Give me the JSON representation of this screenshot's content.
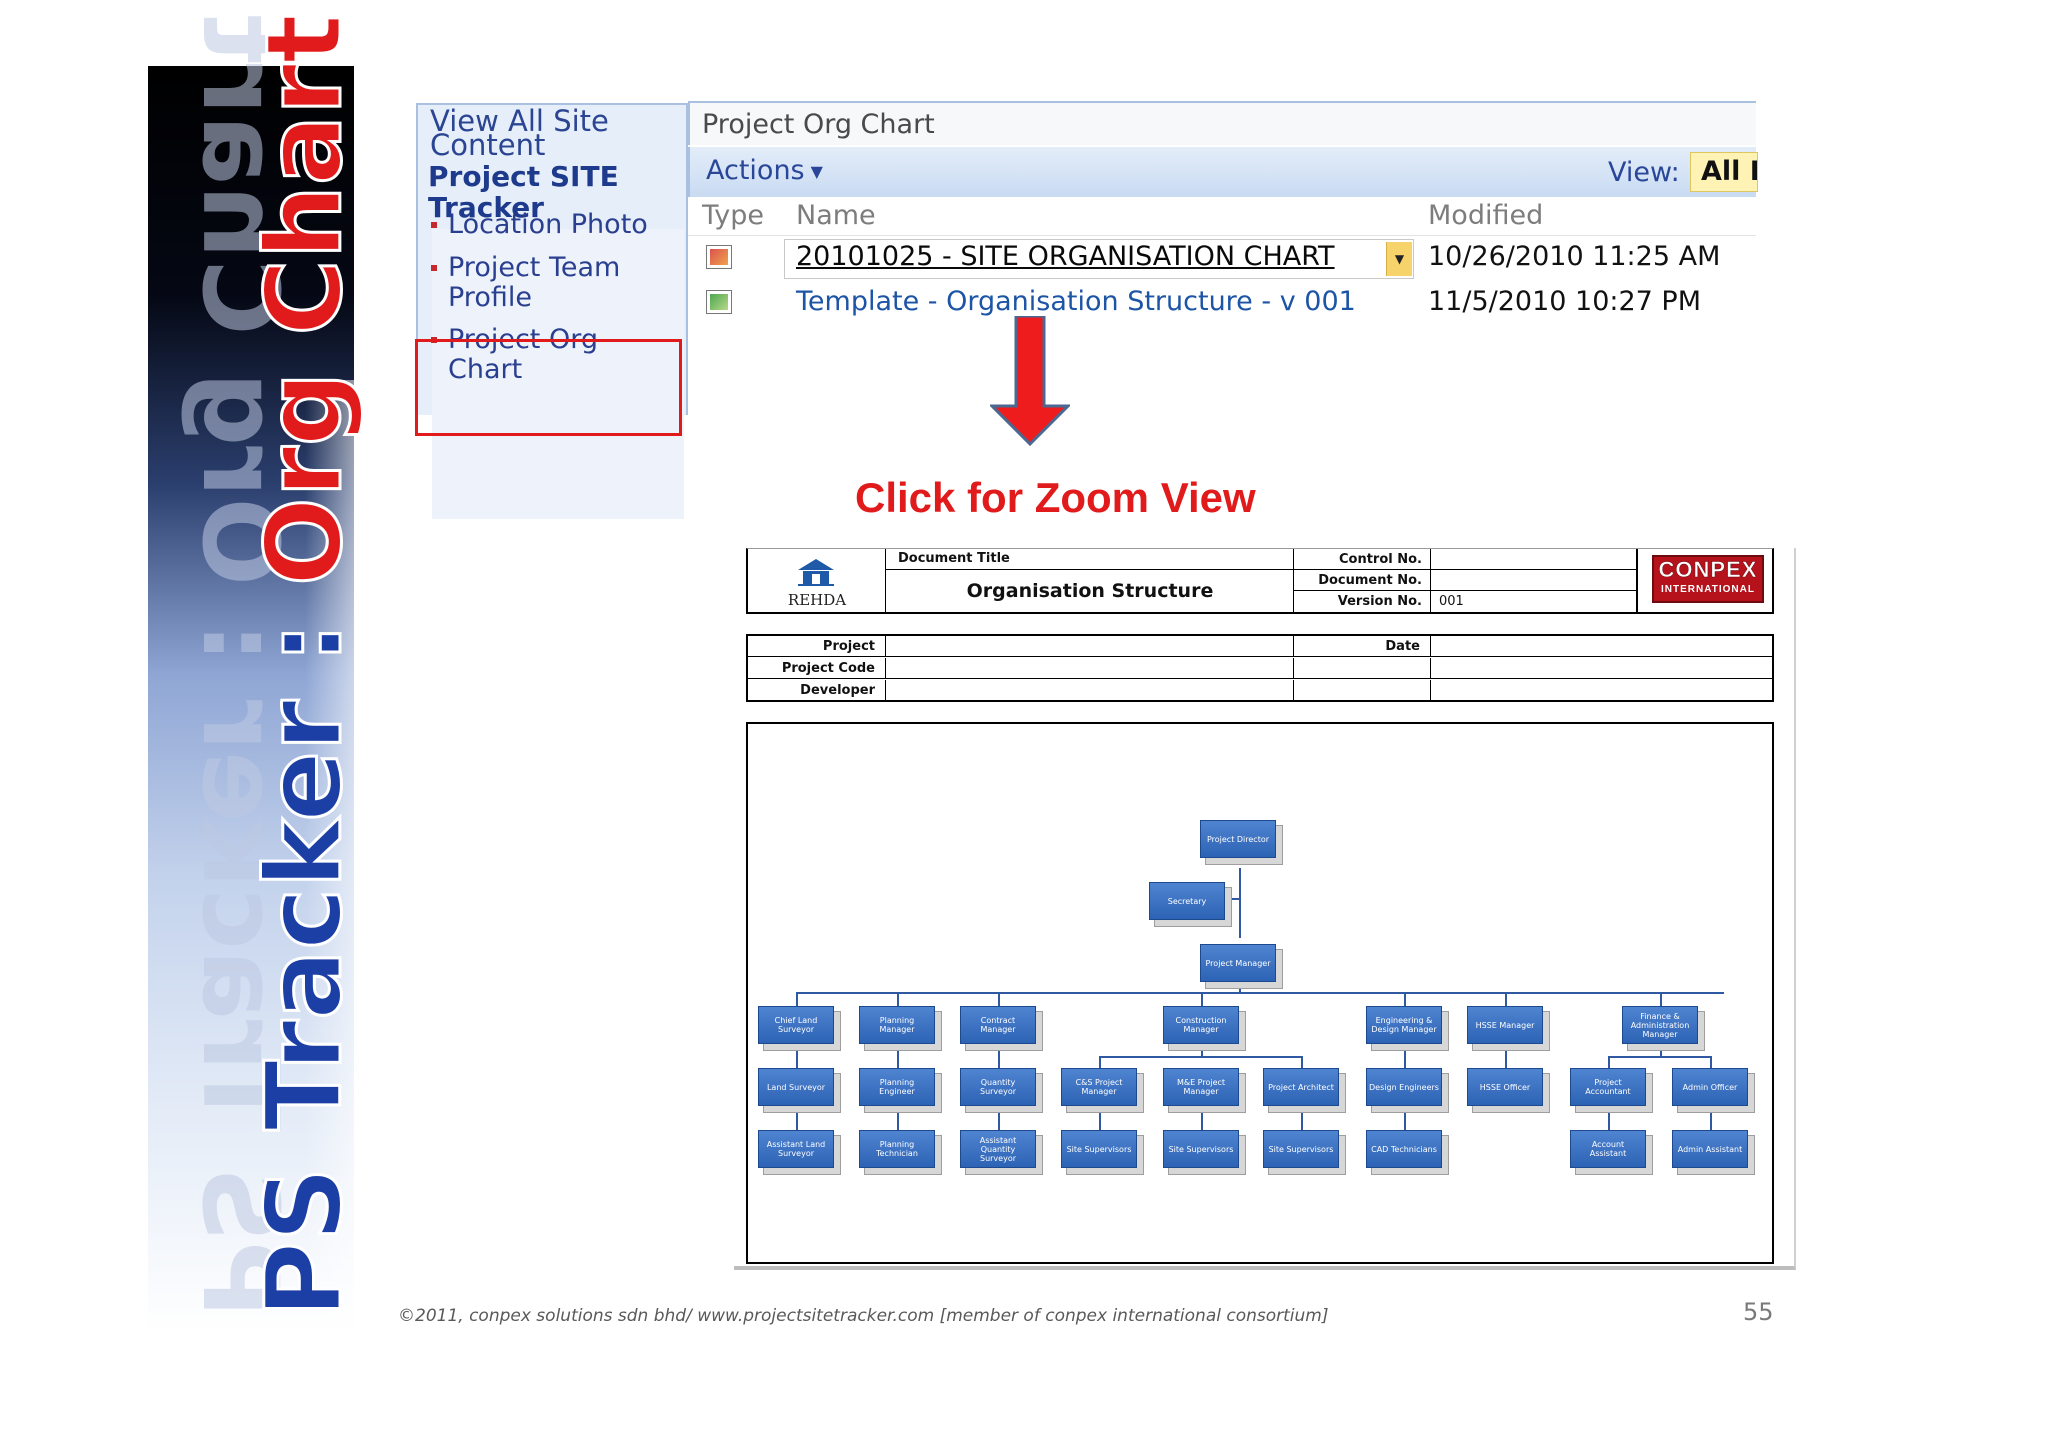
{
  "slide": {
    "title_part1": "PS Tracker : ",
    "title_part2": "Org Chart",
    "footer": "©2011, conpex solutions sdn bhd/ www.projectsitetracker.com [member of conpex international consortium]",
    "page_number": "55"
  },
  "quick_launch": {
    "view_all": "View All Site Content",
    "heading": "Project SITE Tracker",
    "items": [
      {
        "label": "Location Photo"
      },
      {
        "label": "Project Team Profile"
      },
      {
        "label": "Project Org Chart"
      }
    ]
  },
  "library": {
    "title": "Project Org Chart",
    "actions_label": "Actions",
    "view_label": "View:",
    "view_value": "All Documents",
    "columns": {
      "type": "Type",
      "name": "Name",
      "modified": "Modified"
    },
    "rows": [
      {
        "icon": "powerpoint-file-icon",
        "name": "20101025 - SITE ORGANISATION CHART",
        "modified": "10/26/2010 11:25 AM"
      },
      {
        "icon": "excel-file-icon",
        "name": "Template - Organisation Structure - v 001",
        "modified": "11/5/2010 10:27 PM"
      }
    ]
  },
  "callout": {
    "label": "Click for Zoom View",
    "color": "#e11b1b"
  },
  "document": {
    "logo_text": "REHDA",
    "title_label": "Document Title",
    "title": "Organisation Structure",
    "meta": [
      {
        "label": "Control No.",
        "value": ""
      },
      {
        "label": "Document No.",
        "value": ""
      },
      {
        "label": "Version No.",
        "value": "001"
      }
    ],
    "brand_line1": "CONPEX",
    "brand_line2": "INTERNATIONAL",
    "info_labels": {
      "project": "Project",
      "project_code": "Project Code",
      "developer": "Developer",
      "date": "Date"
    },
    "org_chart": {
      "top": [
        "Project Director",
        "Secretary",
        "Project Manager"
      ],
      "columns": [
        [
          "Chief Land Surveyor",
          "Land Surveyor",
          "Assistant Land Surveyor"
        ],
        [
          "Planning Manager",
          "Planning Engineer",
          "Planning Technician"
        ],
        [
          "Contract Manager",
          "Quantity Surveyor",
          "Assistant Quantity Surveyor"
        ],
        [
          "Construction Manager"
        ],
        [
          "C&S Project Manager",
          "Site Supervisors"
        ],
        [
          "M&E Project Manager",
          "Site Supervisors"
        ],
        [
          "Project Architect",
          "Site Supervisors"
        ],
        [
          "Engineering & Design Manager",
          "Design Engineers",
          "CAD Technicians"
        ],
        [
          "HSSE Manager",
          "HSSE Officer"
        ],
        [
          "Finance & Administration Manager"
        ],
        [
          "Project Accountant",
          "Account Assistant"
        ],
        [
          "Admin Officer",
          "Admin Assistant"
        ]
      ]
    }
  }
}
